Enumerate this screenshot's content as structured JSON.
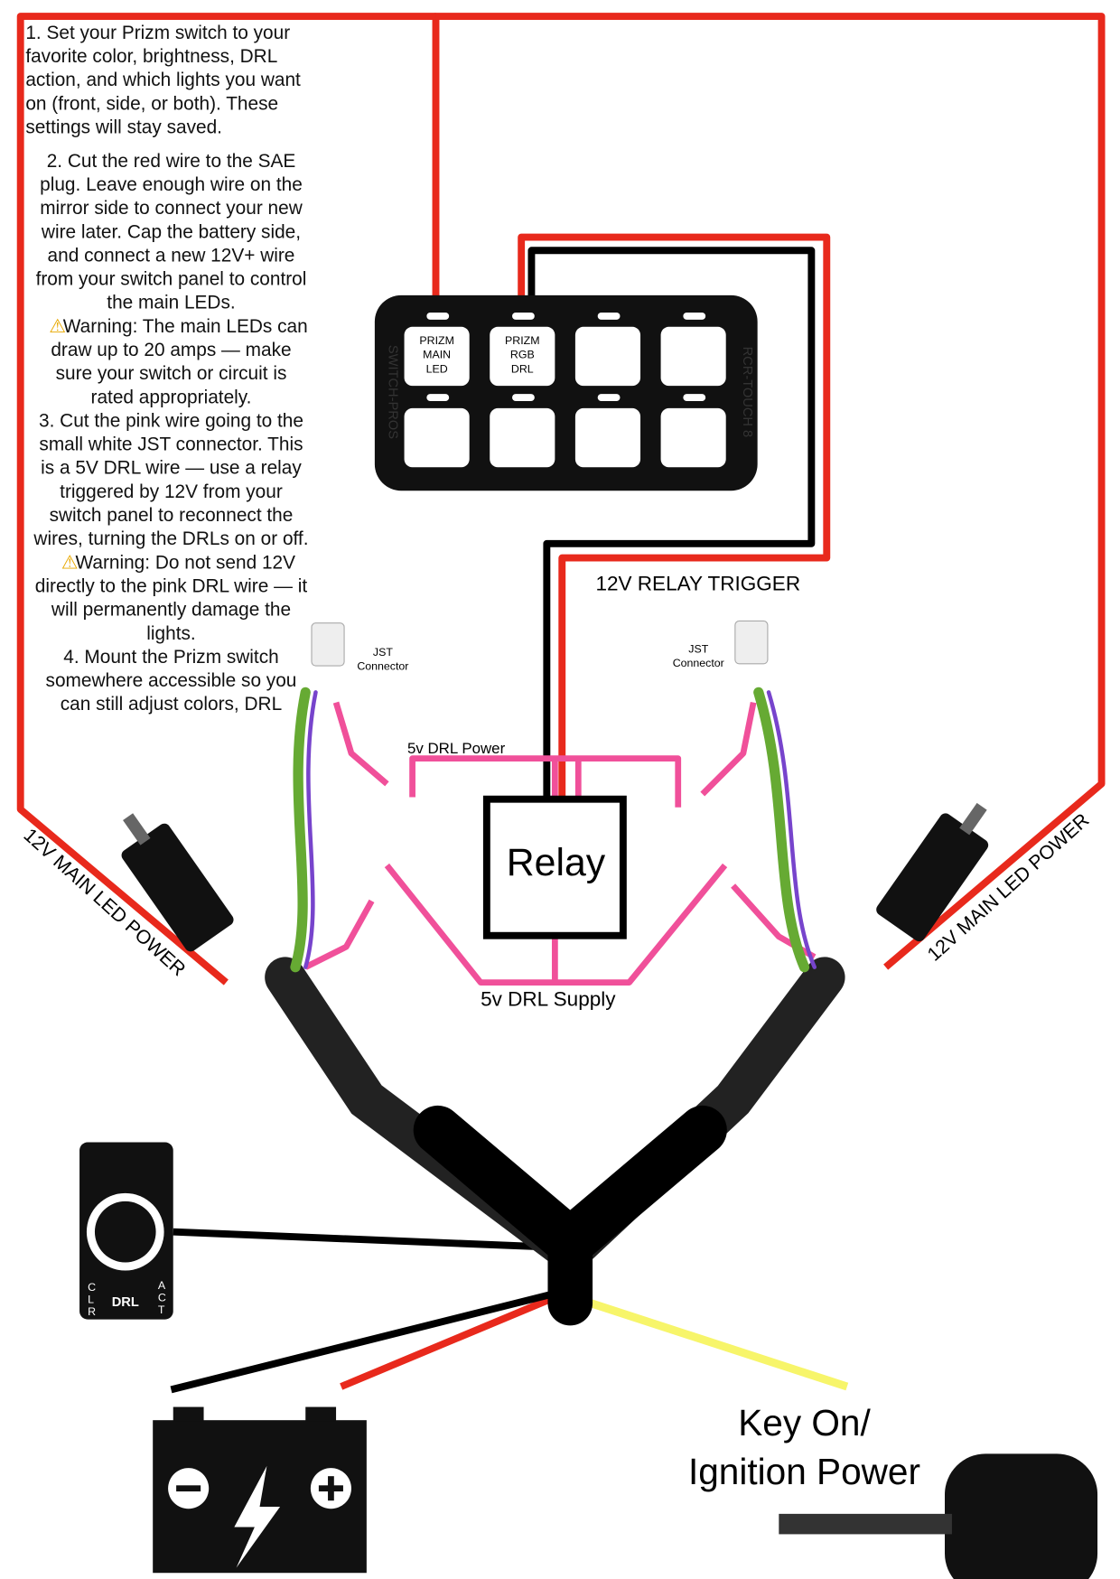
{
  "instructions": {
    "step1": [
      "1. Set your Prizm switch to your",
      "favorite color, brightness, DRL",
      "action, and which lights you want",
      "on (front, side, or both). These",
      "settings will stay saved."
    ],
    "step2": [
      "2. Cut the red wire to the SAE",
      "plug. Leave enough wire on the",
      "mirror side to connect your new",
      "wire later. Cap the battery side,",
      "and connect a new 12V+ wire",
      "from your switch panel to control",
      "the main LEDs."
    ],
    "warning1": [
      "Warning: The main LEDs can",
      "draw up to 20 amps — make",
      "sure your switch or circuit is",
      "rated appropriately."
    ],
    "step3": [
      "3. Cut the pink wire going to the",
      "small white JST connector. This",
      "is a 5V DRL wire — use a relay",
      "triggered by 12V from your",
      "switch panel to reconnect the",
      "wires, turning the DRLs on or off."
    ],
    "warning2": [
      "Warning: Do not send 12V",
      "directly to the pink DRL wire — it",
      "will permanently damage the",
      "lights."
    ],
    "step4": [
      "4. Mount the Prizm switch",
      "somewhere accessible so you",
      "can still adjust colors, DRL"
    ]
  },
  "switch_panel": {
    "brand": "SWITCH-PROS",
    "model": "RCR-TOUCH 8",
    "buttons": [
      [
        "PRIZM",
        "MAIN",
        "LED"
      ],
      [
        "PRIZM",
        "RGB",
        "DRL"
      ],
      [],
      [],
      [],
      [],
      [],
      []
    ]
  },
  "labels": {
    "relay_trigger": "12V RELAY TRIGGER",
    "jst_left": [
      "JST",
      "Connector"
    ],
    "jst_right": [
      "JST",
      "Connector"
    ],
    "drl_power": "5v DRL Power",
    "drl_supply": "5v DRL Supply",
    "relay": "Relay",
    "main_power_left": "12V MAIN LED POWER",
    "main_power_right": "12V MAIN LED POWER",
    "ignition": [
      "Key On/",
      "Ignition Power"
    ]
  },
  "logo": {
    "text": [
      "C",
      "L",
      "R"
    ],
    "drl": "DRL",
    "act": [
      "A",
      "C",
      "T"
    ]
  },
  "colors": {
    "red": "#e8291c",
    "black": "#000000",
    "pink": "#f0509a",
    "yellow": "#f7f56a"
  }
}
